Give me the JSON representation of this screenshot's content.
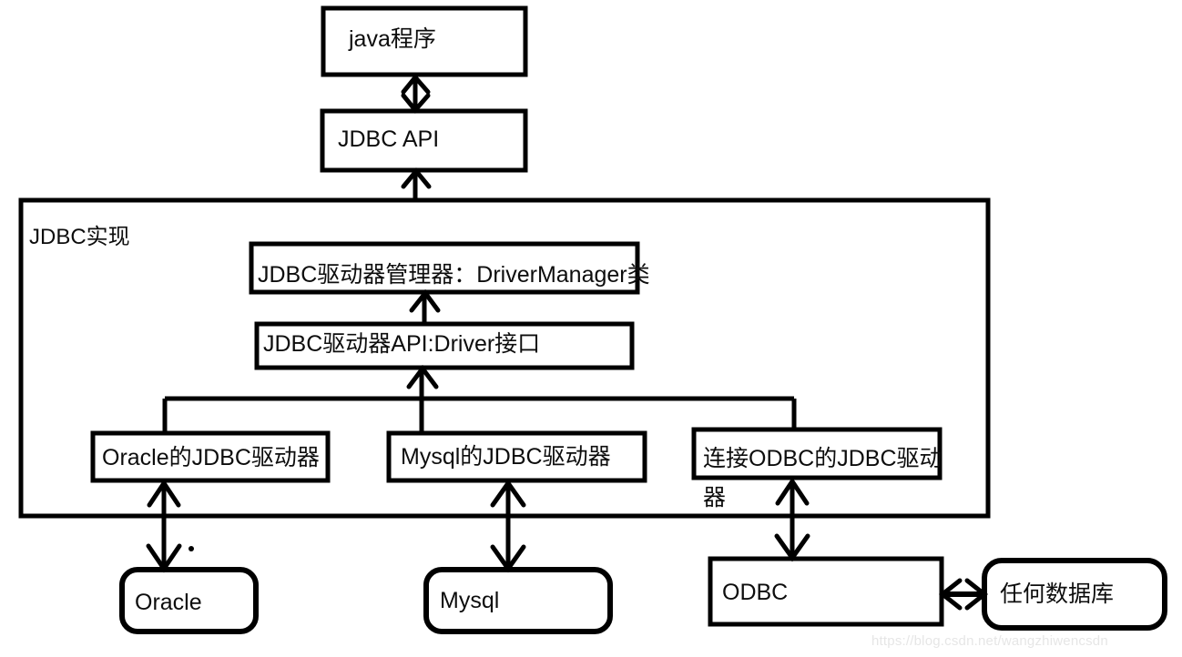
{
  "diagram": {
    "title_label": "JDBC实现",
    "stroke_color": "#000000",
    "fill_color": "#ffffff",
    "text_color": "#0d0d0d",
    "watermark": "https://blog.csdn.net/wangzhiwencsdn",
    "nodes": {
      "java_program": "java程序",
      "jdbc_api": "JDBC API",
      "container": "JDBC实现",
      "driver_manager": "JDBC驱动器管理器：DriverManager类",
      "driver_api": "JDBC驱动器API:Driver接口",
      "oracle_driver": "Oracle的JDBC驱动器",
      "mysql_driver": "Mysql的JDBC驱动器",
      "odbc_driver_line1": "连接ODBC的JDBC驱动",
      "odbc_driver_line2": "器",
      "oracle_db": "Oracle",
      "mysql_db": "Mysql",
      "odbc": "ODBC",
      "any_db": "任何数据库"
    },
    "edges": [
      {
        "from": "java_program",
        "to": "jdbc_api",
        "kind": "bidirectional"
      },
      {
        "from": "jdbc_api",
        "to": "driver_manager",
        "kind": "up-arrow"
      },
      {
        "from": "driver_api",
        "to": "driver_manager",
        "kind": "up-arrow"
      },
      {
        "from": "drivers-bus",
        "to": "driver_api",
        "kind": "up-arrow"
      },
      {
        "from": "oracle_db",
        "to": "oracle_driver",
        "kind": "bidirectional"
      },
      {
        "from": "mysql_db",
        "to": "mysql_driver",
        "kind": "bidirectional"
      },
      {
        "from": "odbc",
        "to": "odbc_driver",
        "kind": "bidirectional"
      },
      {
        "from": "odbc",
        "to": "any_db",
        "kind": "bidirectional"
      }
    ]
  }
}
